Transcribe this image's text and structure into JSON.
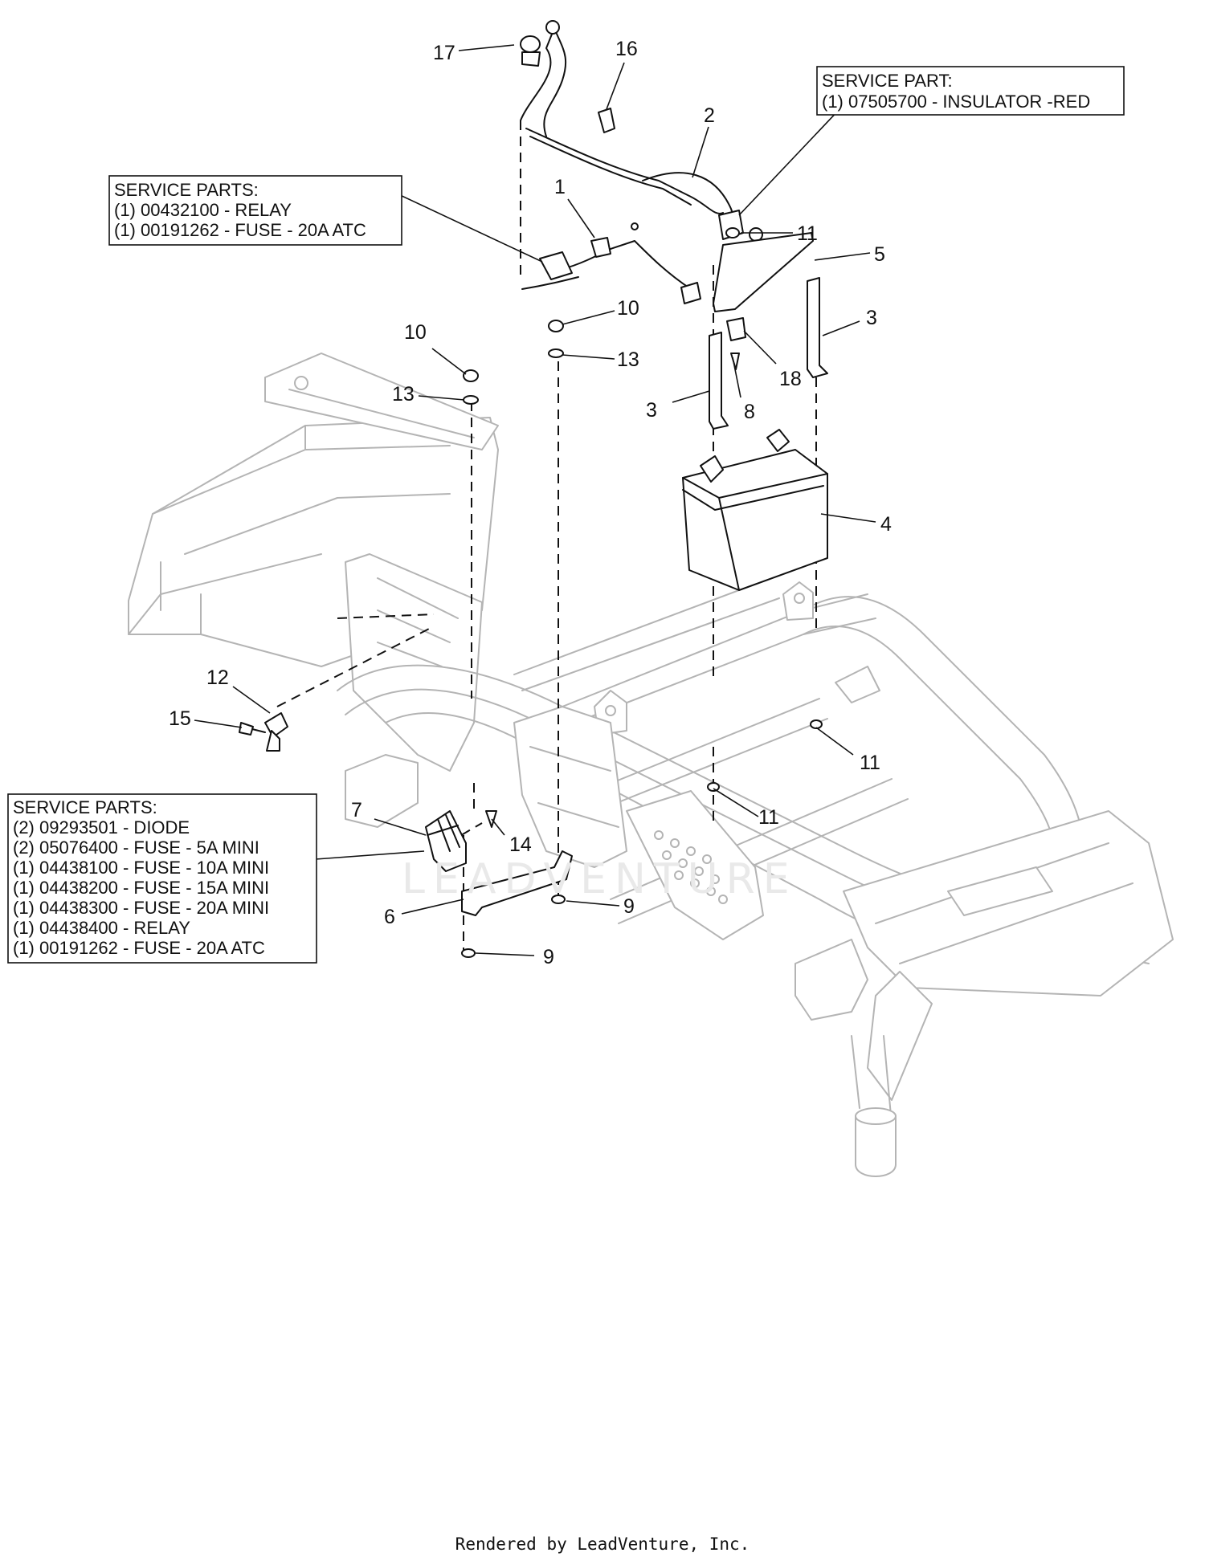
{
  "callouts": {
    "c17": "17",
    "c16": "16",
    "c2": "2",
    "c1": "1",
    "c11a": "11",
    "c5": "5",
    "c10a": "10",
    "c10b": "10",
    "c13a": "13",
    "c13b": "13",
    "c3a": "3",
    "c3b": "3",
    "c18": "18",
    "c8": "8",
    "c4": "4",
    "c12": "12",
    "c15": "15",
    "c11b": "11",
    "c11c": "11",
    "c7": "7",
    "c14": "14",
    "c6": "6",
    "c9a": "9",
    "c9b": "9"
  },
  "service_boxes": {
    "insulator": {
      "title": "SERVICE PART:",
      "lines": [
        "(1) 07505700 - INSULATOR -RED"
      ]
    },
    "relay": {
      "title": "SERVICE PARTS:",
      "lines": [
        "(1) 00432100 - RELAY",
        "(1) 00191262 - FUSE - 20A ATC"
      ]
    },
    "fuse_block": {
      "title": "SERVICE PARTS:",
      "lines": [
        "(2) 09293501 - DIODE",
        "(2) 05076400 - FUSE - 5A MINI",
        "(1) 04438100 - FUSE - 10A MINI",
        "(1) 04438200 - FUSE - 15A MINI",
        "(1) 04438300 - FUSE - 20A MINI",
        "(1) 04438400 - RELAY",
        "(1) 00191262 - FUSE - 20A ATC"
      ]
    }
  },
  "watermark": "LEADVENTURE",
  "footer": "Rendered by LeadVenture, Inc."
}
